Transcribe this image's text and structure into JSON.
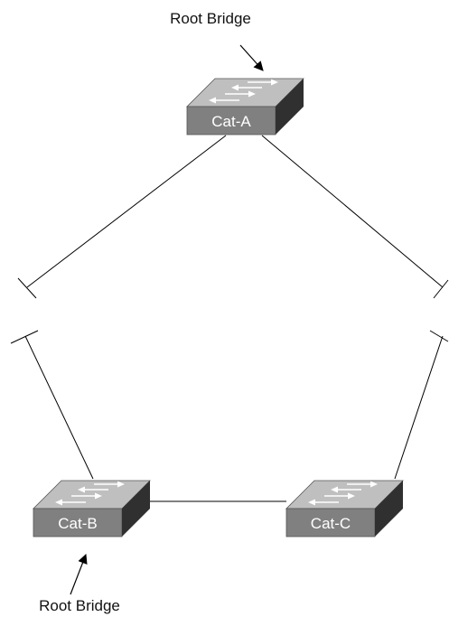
{
  "annotations": {
    "top_label": "Root Bridge",
    "bottom_label": "Root Bridge"
  },
  "switches": {
    "a": {
      "label": "Cat-A"
    },
    "b": {
      "label": "Cat-B"
    },
    "c": {
      "label": "Cat-C"
    }
  },
  "colors": {
    "switch_top": "#bfbfbf",
    "switch_front": "#808080",
    "switch_side": "#303030",
    "arrow_icon": "#ffffff",
    "line": "#000000"
  }
}
